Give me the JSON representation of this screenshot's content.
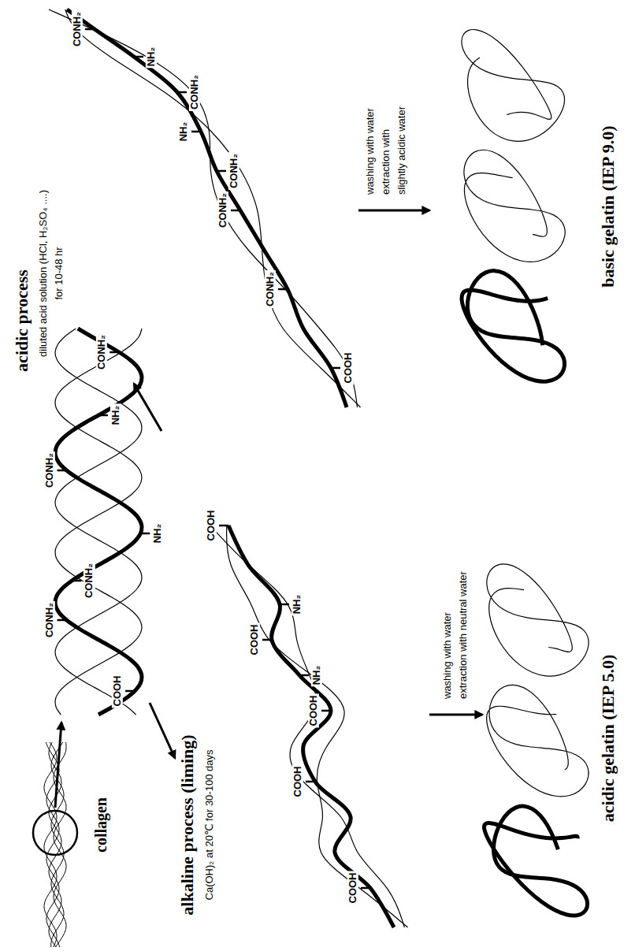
{
  "diagram": {
    "labels": [
      "collagen",
      "COOH",
      "CONH₂",
      "CONH₂",
      "NH₂",
      "CONH₂",
      "NH₂",
      "CONH₂",
      "alkaline process (liming)",
      "Ca(OH)₂ at 20℃ for 30-100 days",
      "COOH",
      "COOH",
      "COOH",
      "NH₂",
      "COOH",
      "NH₂",
      "COOH",
      "washing with water",
      "extraction with neutral water",
      "acidic gelatin (IEP 5.0)",
      "acidic process",
      "diluted acid solution (HCl, H₂SO₄ ....)",
      "for 10-48 hr",
      "COOH",
      "CONH₂",
      "CONH₂",
      "CONH₂",
      "NH₂",
      "CONH₂",
      "NH₂",
      "CONH₂",
      "washing with water",
      "extraction with",
      "slightly acidic water",
      "basic gelatin (IEP 9.0)"
    ]
  }
}
